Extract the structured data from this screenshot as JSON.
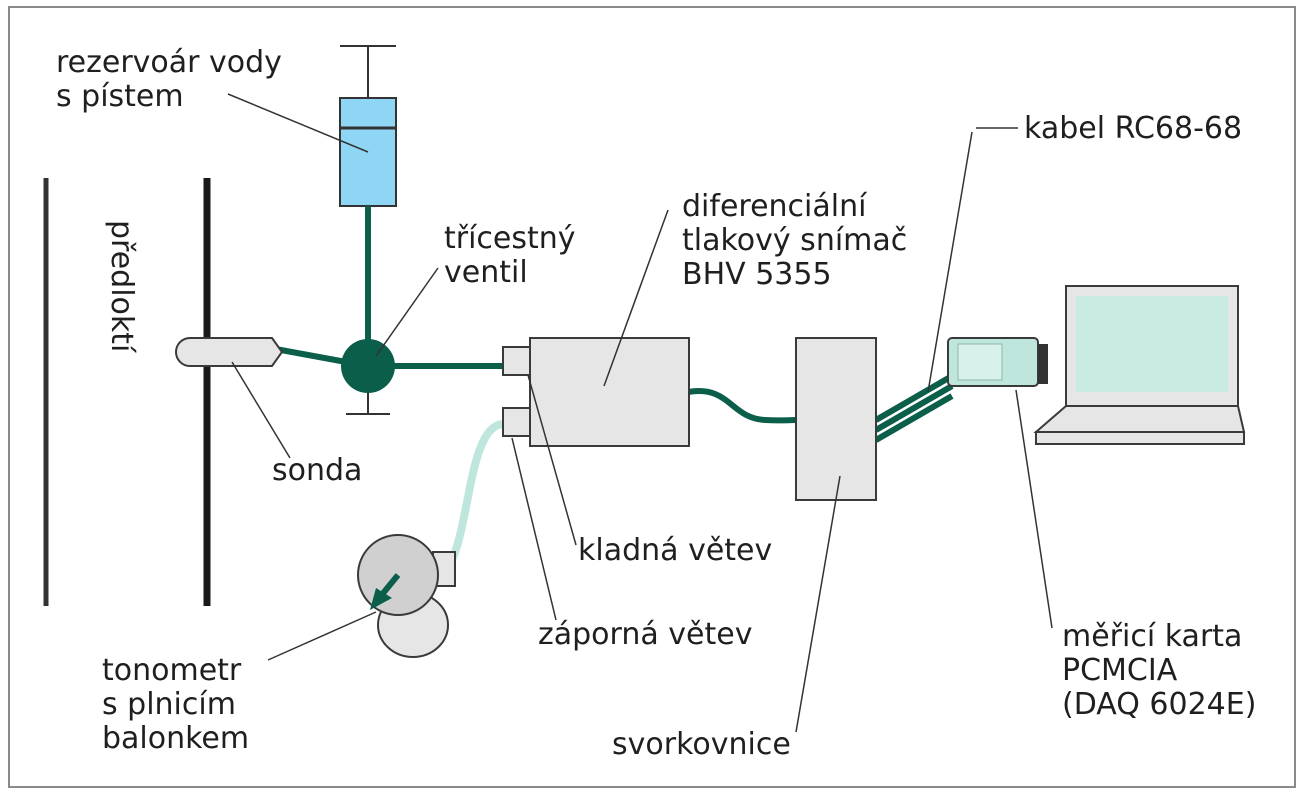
{
  "labels": {
    "reservoir": [
      "rezervoár vody",
      "s pístem"
    ],
    "valve": [
      "třícestný",
      "ventil"
    ],
    "transducer": [
      "diferenciální",
      "tlakový snímač",
      "BHV 5355"
    ],
    "cable": "kabel RC68-68",
    "forearm": "předloktí",
    "probe": "sonda",
    "positive_branch": "kladná větev",
    "negative_branch": "záporná větev",
    "tonometer": [
      "tonometr",
      "s plnicím",
      "balonkem"
    ],
    "terminal_block": "svorkovnice",
    "daq_card": [
      "měřicí karta",
      "PCMCIA",
      "(DAQ 6024E)"
    ]
  },
  "colors": {
    "tube": "#0b5e4a",
    "tube_light": "#bfe6dc",
    "device_fill": "#e6e6e6",
    "device_stroke": "#3a3a3a",
    "water": "#8fd6f5",
    "screen": "#c9ebe2",
    "line": "#333333"
  }
}
